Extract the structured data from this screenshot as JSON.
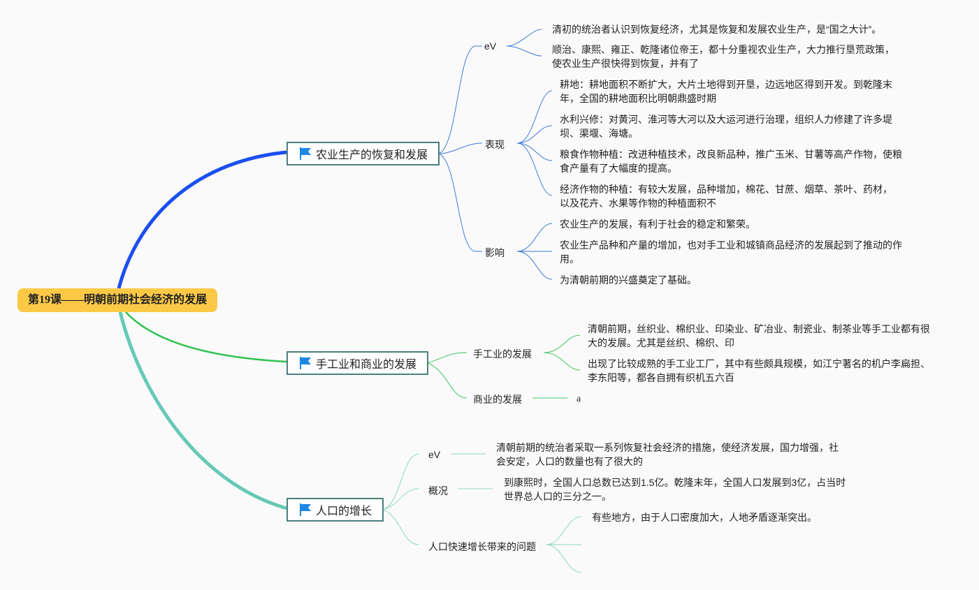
{
  "root": {
    "title": "第19课——明朝前期社会经济的发展"
  },
  "branches": [
    {
      "title": "农业生产的恢复和发展",
      "subs": [
        {
          "label": "eV",
          "leaves": [
            "清初的统治者认识到恢复经济，尤其是恢复和发展农业生产，是“国之大计”。",
            "顺治、康熙、雍正、乾隆诸位帝王，都十分重视农业生产，大力推行垦荒政策，使农业生产很快得到恢复，并有了"
          ]
        },
        {
          "label": "表现",
          "leaves": [
            "耕地：耕地面积不断扩大，大片土地得到开垦，边远地区得到开发。到乾隆末年，全国的耕地面积比明朝鼎盛时期",
            "水利兴修：对黄河、淮河等大河以及大运河进行治理，组织人力修建了许多堤坝、渠堰、海塘。",
            "粮食作物种植：改进种植技术，改良新品种，推广玉米、甘薯等高产作物，使粮食产量有了大幅度的提高。",
            "经济作物的种植：有较大发展，品种增加，棉花、甘蔗、烟草、茶叶、药材，以及花卉、水果等作物的种植面积不"
          ]
        },
        {
          "label": "影响",
          "leaves": [
            "农业生产的发展，有利于社会的稳定和繁荣。",
            "农业生产品种和产量的增加，也对手工业和城镇商品经济的发展起到了推动的作用。",
            "为清朝前期的兴盛奠定了基础。"
          ]
        }
      ]
    },
    {
      "title": "手工业和商业的发展",
      "subs": [
        {
          "label": "手工业的发展",
          "leaves": [
            "清朝前期，丝织业、棉织业、印染业、矿冶业、制瓷业、制茶业等手工业都有很大的发展。尤其是丝织、棉织、印",
            "出现了比较成熟的手工业工厂，其中有些颇具规模，如江宁著名的机户李扁担、李东阳等，都各自拥有织机五六百"
          ]
        },
        {
          "label": "商业的发展",
          "leaves": [
            "a"
          ]
        }
      ]
    },
    {
      "title": "人口的增长",
      "subs": [
        {
          "label": "eV",
          "leaves": [
            "清朝前期的统治者采取一系列恢复社会经济的措施，使经济发展，国力增强，社会安定，人口的数量也有了很大的"
          ]
        },
        {
          "label": "概况",
          "leaves": [
            "到康熙时，全国人口总数已达到1.5亿。乾隆末年，全国人口发展到3亿，占当时世界总人口的三分之一。"
          ]
        },
        {
          "label": "人口快速增长带来的问题",
          "leaves": [
            "有些地方，由于人口密度加大，人地矛盾逐渐突出。"
          ]
        }
      ]
    }
  ],
  "colors": {
    "root_fill": "#fcc947",
    "branch1_line": "#1a4ff0",
    "branch2_line": "#2fc24e",
    "branch3_line": "#66c9b6",
    "sub1_line": "#3f7ad8",
    "sub2_line": "#43c562",
    "sub3_line": "#8fd7c6",
    "flag": "#1e88e5"
  },
  "icons": {
    "branch": "flag-icon"
  }
}
